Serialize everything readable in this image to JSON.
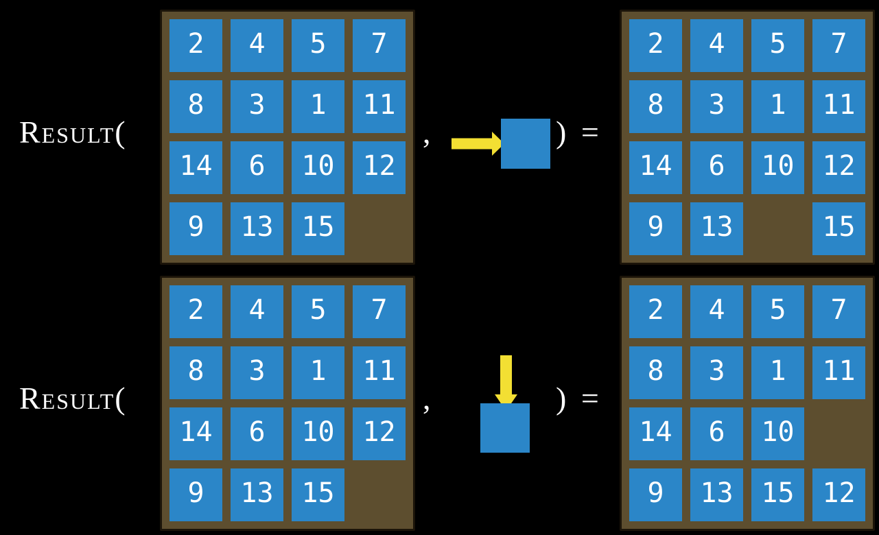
{
  "colors": {
    "background": "#000000",
    "board_background": "#5d4e2f",
    "board_border": "#1b1409",
    "tile_blue": "#2b86c8",
    "arrow_yellow": "#f3df33",
    "text_white": "#ffffff"
  },
  "labels": {
    "function_name": "Result",
    "open_paren": "(",
    "comma": ",",
    "close_paren_equals": ") ="
  },
  "equations": [
    {
      "id": "move-right",
      "action_direction": "right",
      "input_board": [
        [
          "2",
          "4",
          "5",
          "7"
        ],
        [
          "8",
          "3",
          "1",
          "11"
        ],
        [
          "14",
          "6",
          "10",
          "12"
        ],
        [
          "9",
          "13",
          "15",
          ""
        ]
      ],
      "output_board": [
        [
          "2",
          "4",
          "5",
          "7"
        ],
        [
          "8",
          "3",
          "1",
          "11"
        ],
        [
          "14",
          "6",
          "10",
          "12"
        ],
        [
          "9",
          "13",
          "",
          "15"
        ]
      ]
    },
    {
      "id": "move-down",
      "action_direction": "down",
      "input_board": [
        [
          "2",
          "4",
          "5",
          "7"
        ],
        [
          "8",
          "3",
          "1",
          "11"
        ],
        [
          "14",
          "6",
          "10",
          "12"
        ],
        [
          "9",
          "13",
          "15",
          ""
        ]
      ],
      "output_board": [
        [
          "2",
          "4",
          "5",
          "7"
        ],
        [
          "8",
          "3",
          "1",
          "11"
        ],
        [
          "14",
          "6",
          "10",
          ""
        ],
        [
          "9",
          "13",
          "15",
          "12"
        ]
      ]
    }
  ]
}
